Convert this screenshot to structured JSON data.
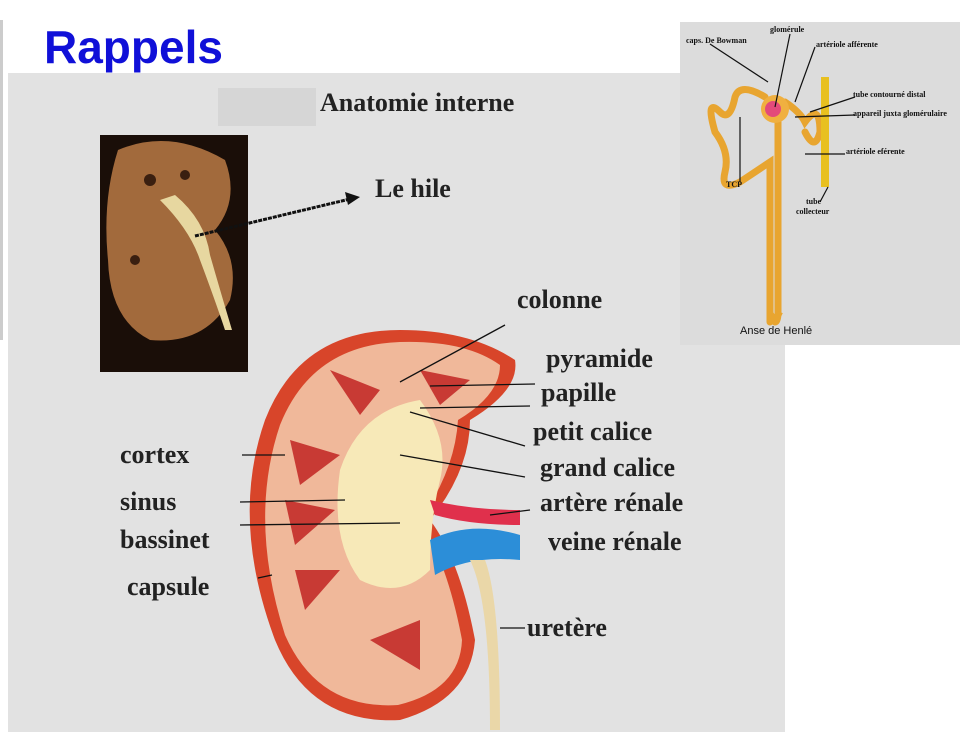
{
  "title": "Rappels",
  "subtitle": "Anatomie interne",
  "photo_label": "Le hile",
  "kidney_labels": {
    "colonne": "colonne",
    "pyramide": "pyramide",
    "papille": "papille",
    "petit_calice": "petit calice",
    "grand_calice": "grand calice",
    "artere": "artère rénale",
    "veine": "veine rénale",
    "uretere": "uretère",
    "cortex": "cortex",
    "sinus": "sinus",
    "bassinet": "bassinet",
    "capsule": "capsule"
  },
  "nephron_labels": {
    "glomerule": "glomérule",
    "bowman": "caps. De Bowman",
    "afferente": "artériole afférente",
    "tcd": "tube contourné distal",
    "juxta": "appareil juxta glomérulaire",
    "efferente": "artériole eférente",
    "tcp": "TCP",
    "collecteur_1": "tube",
    "collecteur_2": "collecteur",
    "henle": "Anse de Henlé"
  }
}
